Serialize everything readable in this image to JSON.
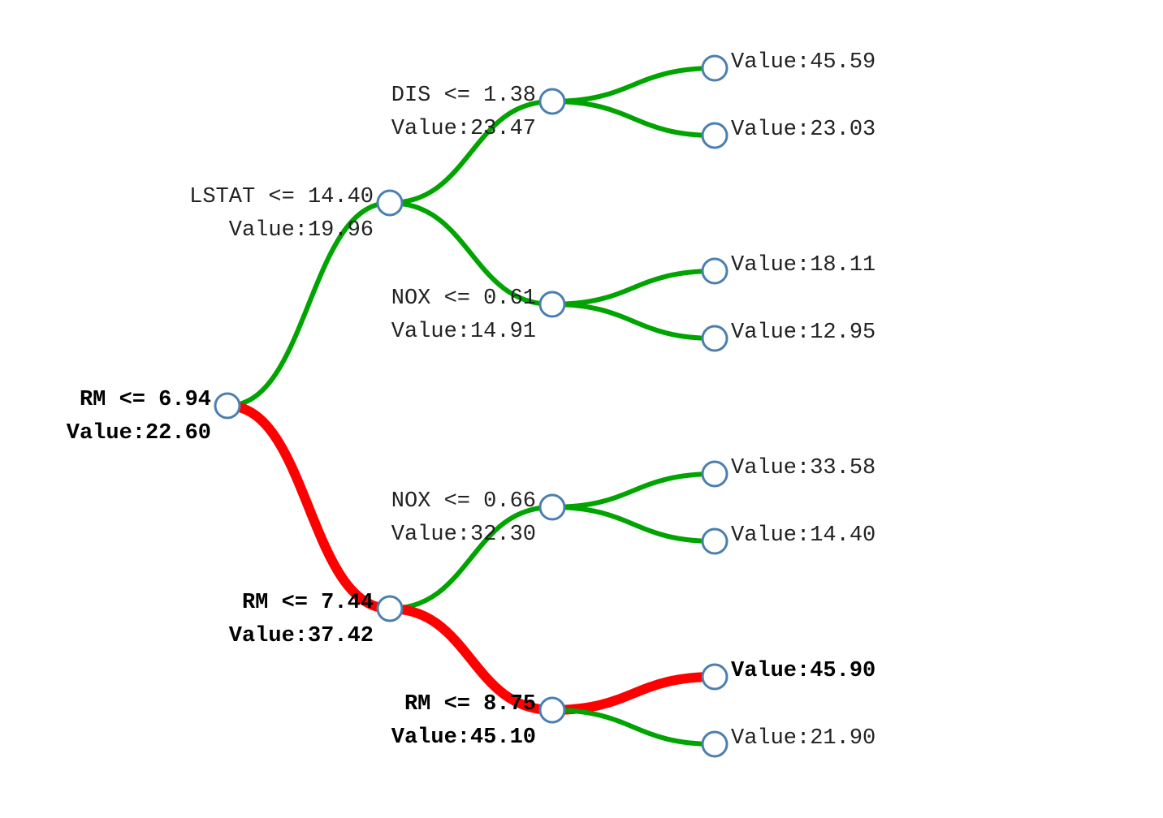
{
  "colors": {
    "path_active": "#ff0000",
    "path_default": "#00a400",
    "node_stroke": "#4a7fb0",
    "node_fill": "#ffffff"
  },
  "nodes": [
    {
      "id": "root",
      "split": "RM <= 6.94",
      "value": "Value:22.60",
      "active": true
    },
    {
      "id": "lstat",
      "parent": "root",
      "split": "LSTAT <= 14.40",
      "value": "Value:19.96",
      "active": false
    },
    {
      "id": "rm2",
      "parent": "root",
      "split": "RM <= 7.44",
      "value": "Value:37.42",
      "active": true
    },
    {
      "id": "dis",
      "parent": "lstat",
      "split": "DIS <= 1.38",
      "value": "Value:23.47",
      "active": false
    },
    {
      "id": "nox1",
      "parent": "lstat",
      "split": "NOX <= 0.61",
      "value": "Value:14.91",
      "active": false
    },
    {
      "id": "nox2",
      "parent": "rm2",
      "split": "NOX <= 0.66",
      "value": "Value:32.30",
      "active": false
    },
    {
      "id": "rm3",
      "parent": "rm2",
      "split": "RM <= 8.75",
      "value": "Value:45.10",
      "active": true
    },
    {
      "id": "leaf1",
      "parent": "dis",
      "value": "Value:45.59",
      "active": false
    },
    {
      "id": "leaf2",
      "parent": "dis",
      "value": "Value:23.03",
      "active": false
    },
    {
      "id": "leaf3",
      "parent": "nox1",
      "value": "Value:18.11",
      "active": false
    },
    {
      "id": "leaf4",
      "parent": "nox1",
      "value": "Value:12.95",
      "active": false
    },
    {
      "id": "leaf5",
      "parent": "nox2",
      "value": "Value:33.58",
      "active": false
    },
    {
      "id": "leaf6",
      "parent": "nox2",
      "value": "Value:14.40",
      "active": false
    },
    {
      "id": "leaf7",
      "parent": "rm3",
      "value": "Value:45.90",
      "active": true
    },
    {
      "id": "leaf8",
      "parent": "rm3",
      "value": "Value:21.90",
      "active": false
    }
  ]
}
